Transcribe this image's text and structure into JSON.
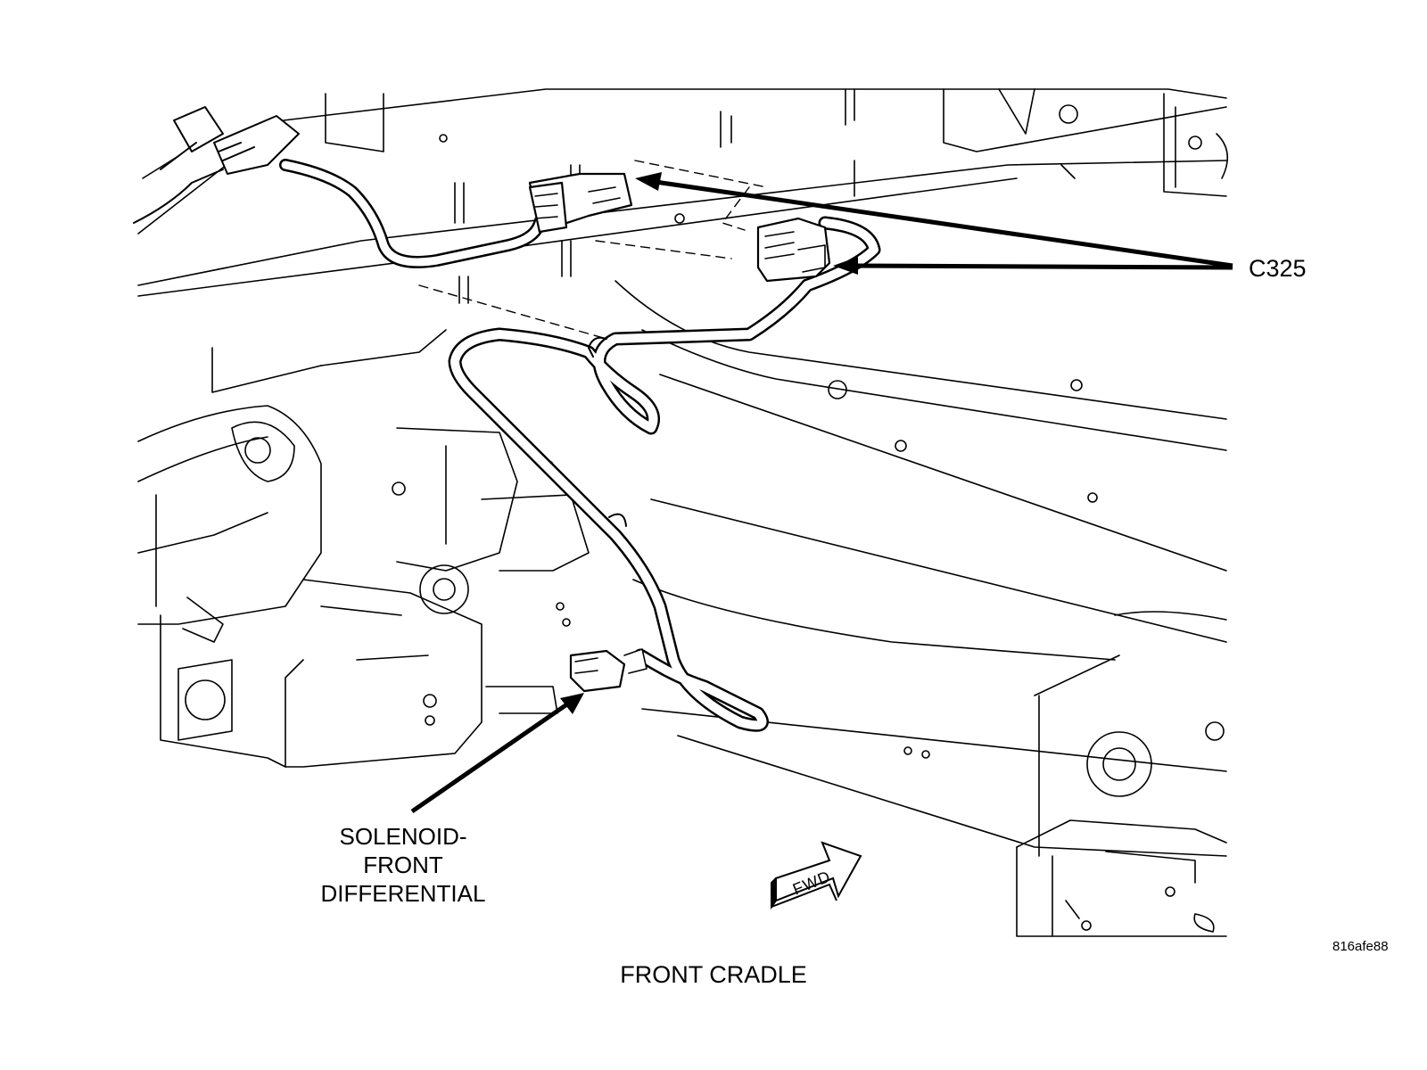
{
  "labels": {
    "connector": "C325",
    "solenoid_lines": [
      "SOLENOID-",
      "FRONT",
      "DIFFERENTIAL"
    ],
    "image_code": "816afe88",
    "caption": "FRONT CRADLE",
    "direction_arrow": "FWD"
  },
  "colors": {
    "line": "#000000",
    "harness": "#ffffff",
    "background": "#ffffff"
  }
}
